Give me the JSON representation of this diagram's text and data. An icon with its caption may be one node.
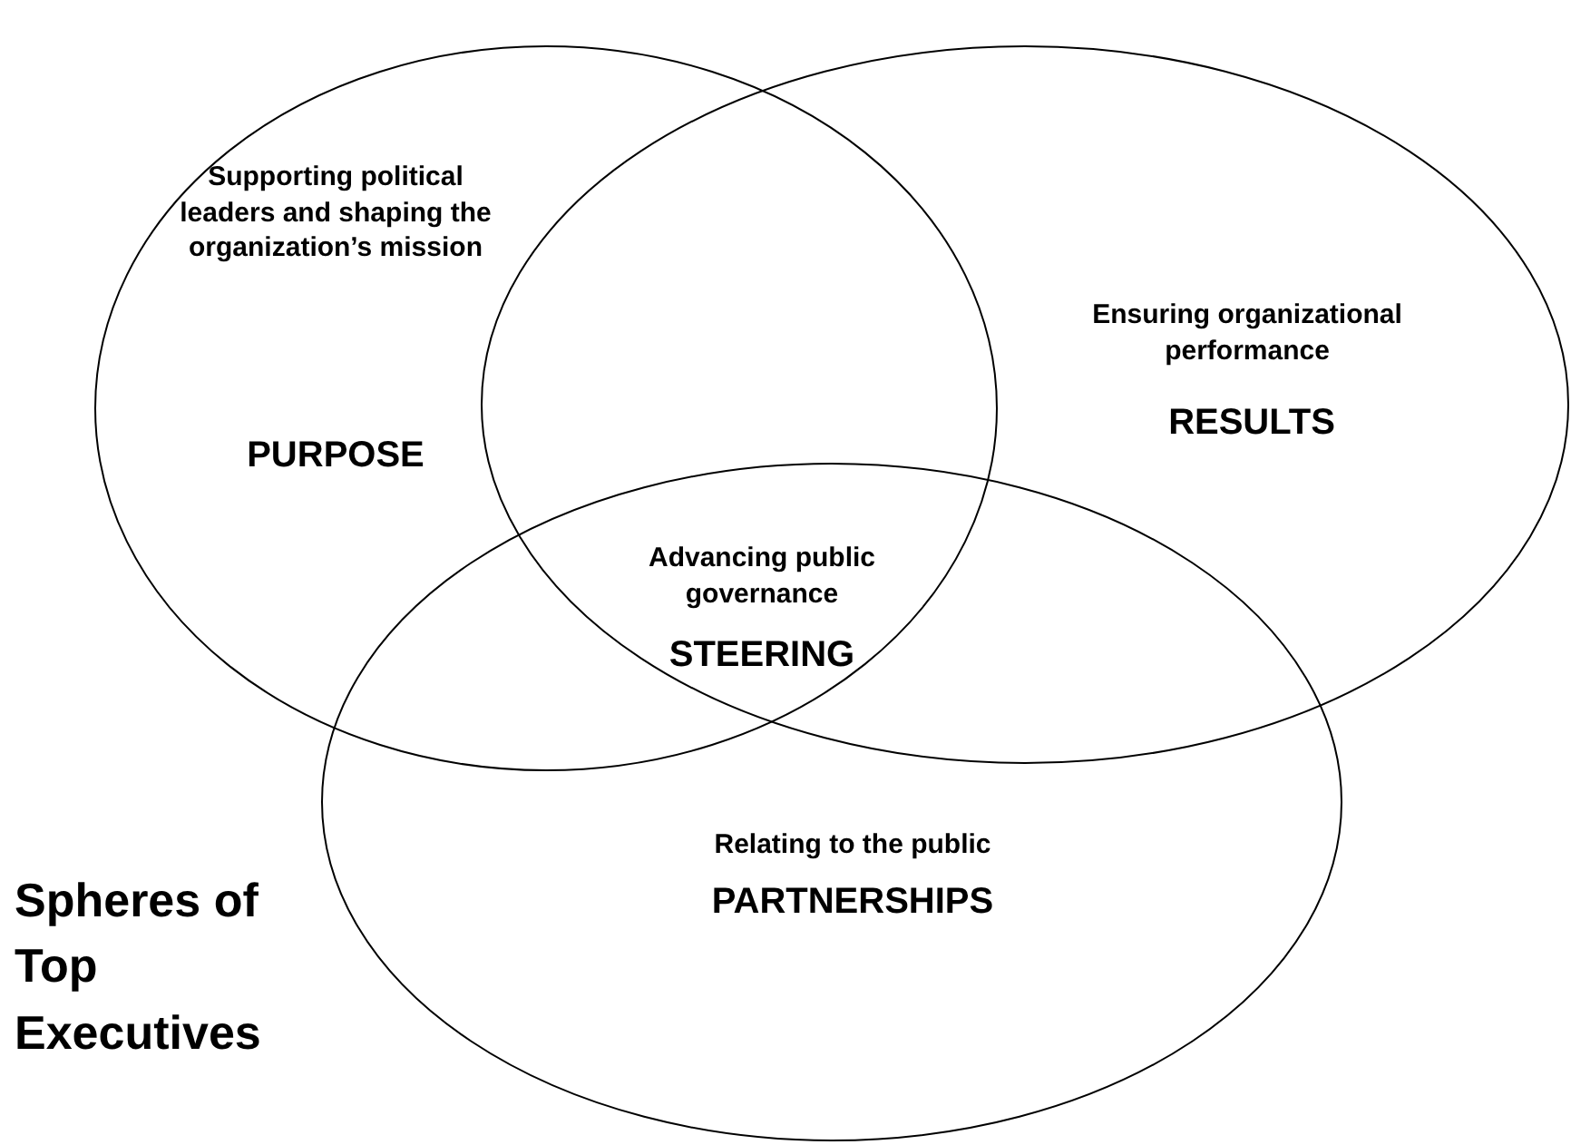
{
  "diagram": {
    "title": "Spheres of Top Executives",
    "nodes": [
      {
        "text": [
          "Supporting political leaders and shaping the organization’s mission",
          "PURPOSE"
        ]
      },
      {
        "text": [
          "Ensuring organizational performance",
          "RESULTS"
        ]
      },
      {
        "text": [
          "Relating to the public",
          "PARTNERSHIPS"
        ]
      }
    ],
    "labels": [
      "Advancing public governance",
      "STEERING"
    ]
  }
}
